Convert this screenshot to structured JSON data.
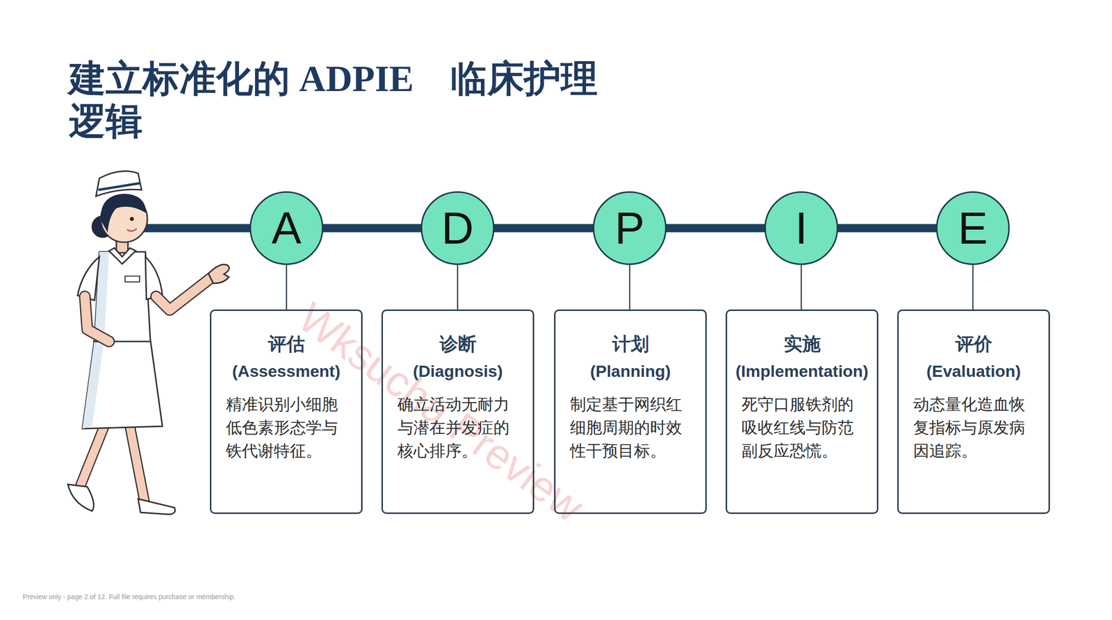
{
  "diagram": {
    "title": "建立标准化的 ADPIE　临床护理 逻辑",
    "nodes": [
      {
        "text": [
          "A"
        ]
      },
      {
        "text": [
          "D"
        ]
      },
      {
        "text": [
          "P"
        ]
      },
      {
        "text": [
          "I"
        ]
      },
      {
        "text": [
          "E"
        ]
      },
      {
        "text": [
          "评估",
          "(Assessment)",
          "精准识别小细胞低色素形态学与铁代谢特征。"
        ]
      },
      {
        "text": [
          "诊断",
          "(Diagnosis)",
          "确立活动无耐力与潜在并发症的核心排序。"
        ]
      },
      {
        "text": [
          "计划",
          "(Planning)",
          "制定基于网织红细胞周期的时效性干预目标。"
        ]
      },
      {
        "text": [
          "实施",
          "(Implementation)",
          "死守口服铁剂的吸收红线与防范副反应恐慌。"
        ]
      },
      {
        "text": [
          "评价",
          "(Evaluation)",
          "动态量化造血恢复指标与原发病因追踪。"
        ]
      }
    ],
    "edges": [
      {
        "from": 0,
        "to": 1,
        "arrow": "none"
      },
      {
        "from": 1,
        "to": 2,
        "arrow": "none"
      },
      {
        "from": 2,
        "to": 3,
        "arrow": "none"
      },
      {
        "from": 3,
        "to": 4,
        "arrow": "none"
      },
      {
        "from": 0,
        "to": 5,
        "arrow": "none"
      },
      {
        "from": 1,
        "to": 6,
        "arrow": "none"
      },
      {
        "from": 2,
        "to": 7,
        "arrow": "none"
      },
      {
        "from": 3,
        "to": 8,
        "arrow": "none"
      },
      {
        "from": 4,
        "to": 9,
        "arrow": "none"
      }
    ],
    "labels": [
      "Wksucha Preview",
      "Preview only - page 2 of 12. Full file requires purchase or membership."
    ]
  }
}
